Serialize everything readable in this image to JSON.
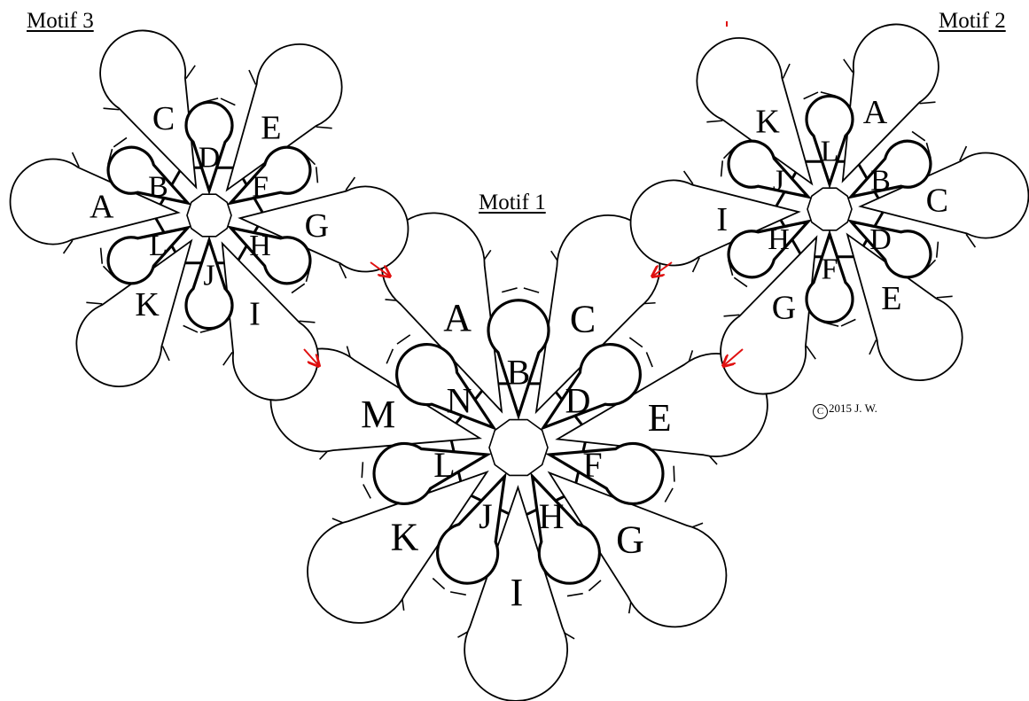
{
  "titles": {
    "motif1": "Motif 1",
    "motif2": "Motif 2",
    "motif3": "Motif 3"
  },
  "copyright": {
    "symbol": "C",
    "text": "2015 J. W."
  },
  "colors": {
    "stroke": "#000000",
    "ring_fill": "#ffffff",
    "bead_fill": "#c8c8c8",
    "join_arrow": "#e01010"
  },
  "motifs": [
    {
      "id": "motif1",
      "outer_rings": [
        "A",
        "C",
        "E",
        "G",
        "I",
        "K",
        "M"
      ],
      "inner_rings": [
        "B",
        "D",
        "F",
        "H",
        "J",
        "L",
        "N"
      ]
    },
    {
      "id": "motif2",
      "outer_rings": [
        "A",
        "C",
        "E",
        "G",
        "I",
        "K"
      ],
      "inner_rings": [
        "B",
        "D",
        "F",
        "H",
        "J",
        "L"
      ]
    },
    {
      "id": "motif3",
      "outer_rings": [
        "A",
        "C",
        "E",
        "G",
        "I",
        "K"
      ],
      "inner_rings": [
        "B",
        "D",
        "F",
        "H",
        "J",
        "L"
      ]
    }
  ]
}
